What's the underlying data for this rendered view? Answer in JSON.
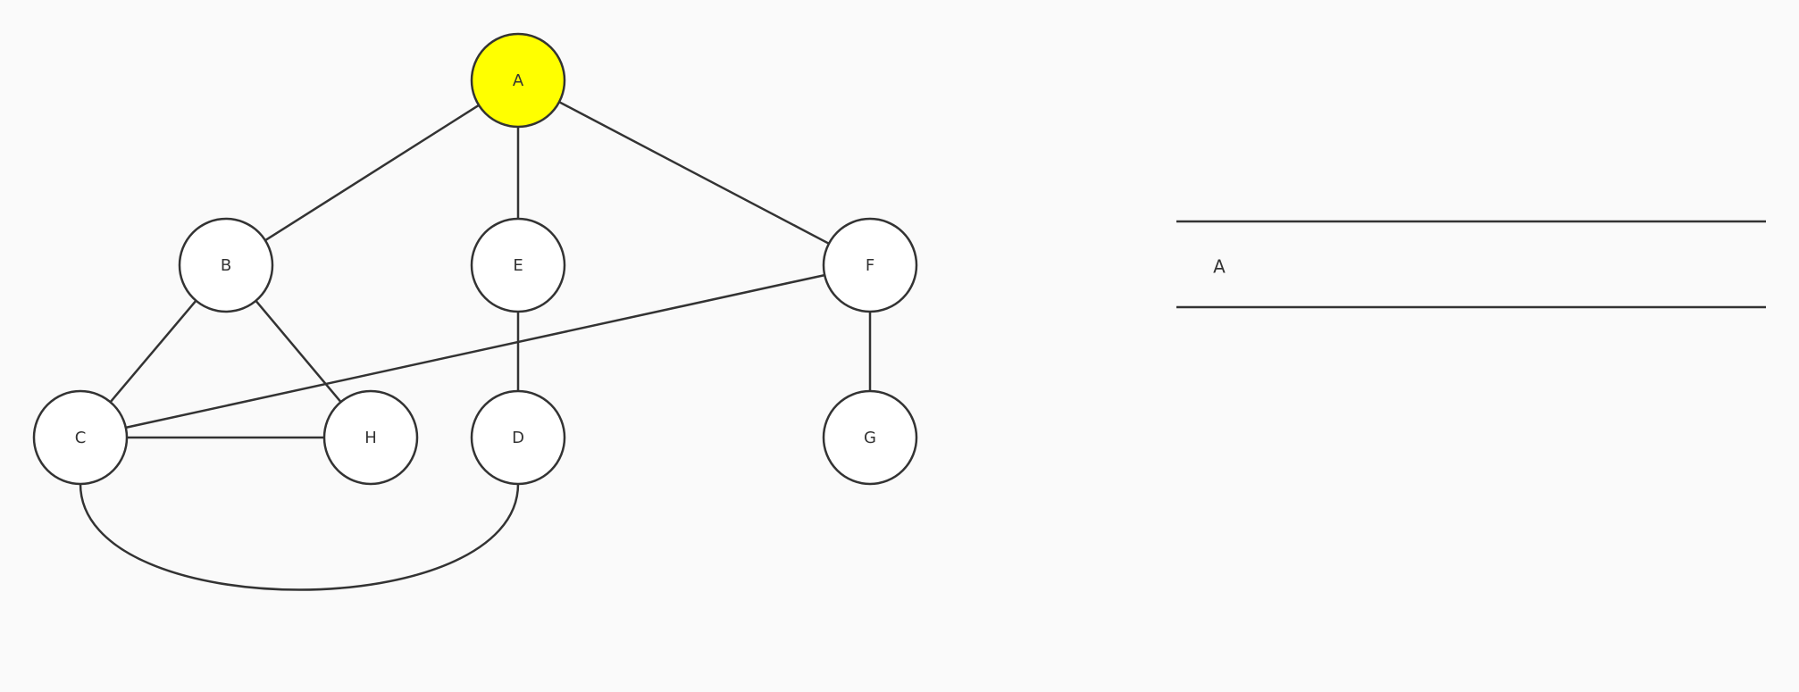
{
  "graph": {
    "nodes": [
      {
        "id": "A",
        "label": "A",
        "fill": "#ffff00"
      },
      {
        "id": "B",
        "label": "B",
        "fill": "#ffffff"
      },
      {
        "id": "E",
        "label": "E",
        "fill": "#ffffff"
      },
      {
        "id": "F",
        "label": "F",
        "fill": "#ffffff"
      },
      {
        "id": "C",
        "label": "C",
        "fill": "#ffffff"
      },
      {
        "id": "H",
        "label": "H",
        "fill": "#ffffff"
      },
      {
        "id": "D",
        "label": "D",
        "fill": "#ffffff"
      },
      {
        "id": "G",
        "label": "G",
        "fill": "#ffffff"
      }
    ],
    "edges": [
      {
        "from": "A",
        "to": "B"
      },
      {
        "from": "A",
        "to": "E"
      },
      {
        "from": "A",
        "to": "F"
      },
      {
        "from": "B",
        "to": "C"
      },
      {
        "from": "B",
        "to": "H"
      },
      {
        "from": "E",
        "to": "D"
      },
      {
        "from": "F",
        "to": "C"
      },
      {
        "from": "F",
        "to": "G"
      },
      {
        "from": "C",
        "to": "H"
      },
      {
        "from": "C",
        "to": "D"
      }
    ],
    "highlighted_node": "A",
    "highlight_color": "#ffff00",
    "stroke_color": "#333333"
  },
  "queue_panel": {
    "items": [
      "A"
    ]
  }
}
